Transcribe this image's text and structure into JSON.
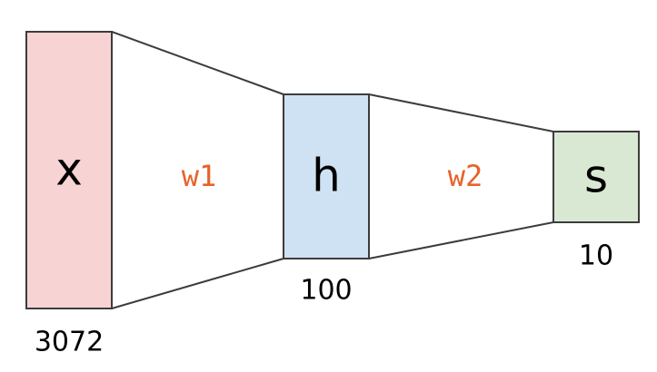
{
  "nodes": [
    {
      "id": "x",
      "label": "x",
      "size": "3072",
      "fill": "#f8d3d4"
    },
    {
      "id": "h",
      "label": "h",
      "size": "100",
      "fill": "#cfe2f3"
    },
    {
      "id": "s",
      "label": "s",
      "size": "10",
      "fill": "#d9e8d3"
    }
  ],
  "weights": [
    {
      "id": "w1",
      "label": "w1"
    },
    {
      "id": "w2",
      "label": "w2"
    }
  ],
  "colors": {
    "weight_text": "#e8622a",
    "stroke": "#3c3c3c"
  }
}
